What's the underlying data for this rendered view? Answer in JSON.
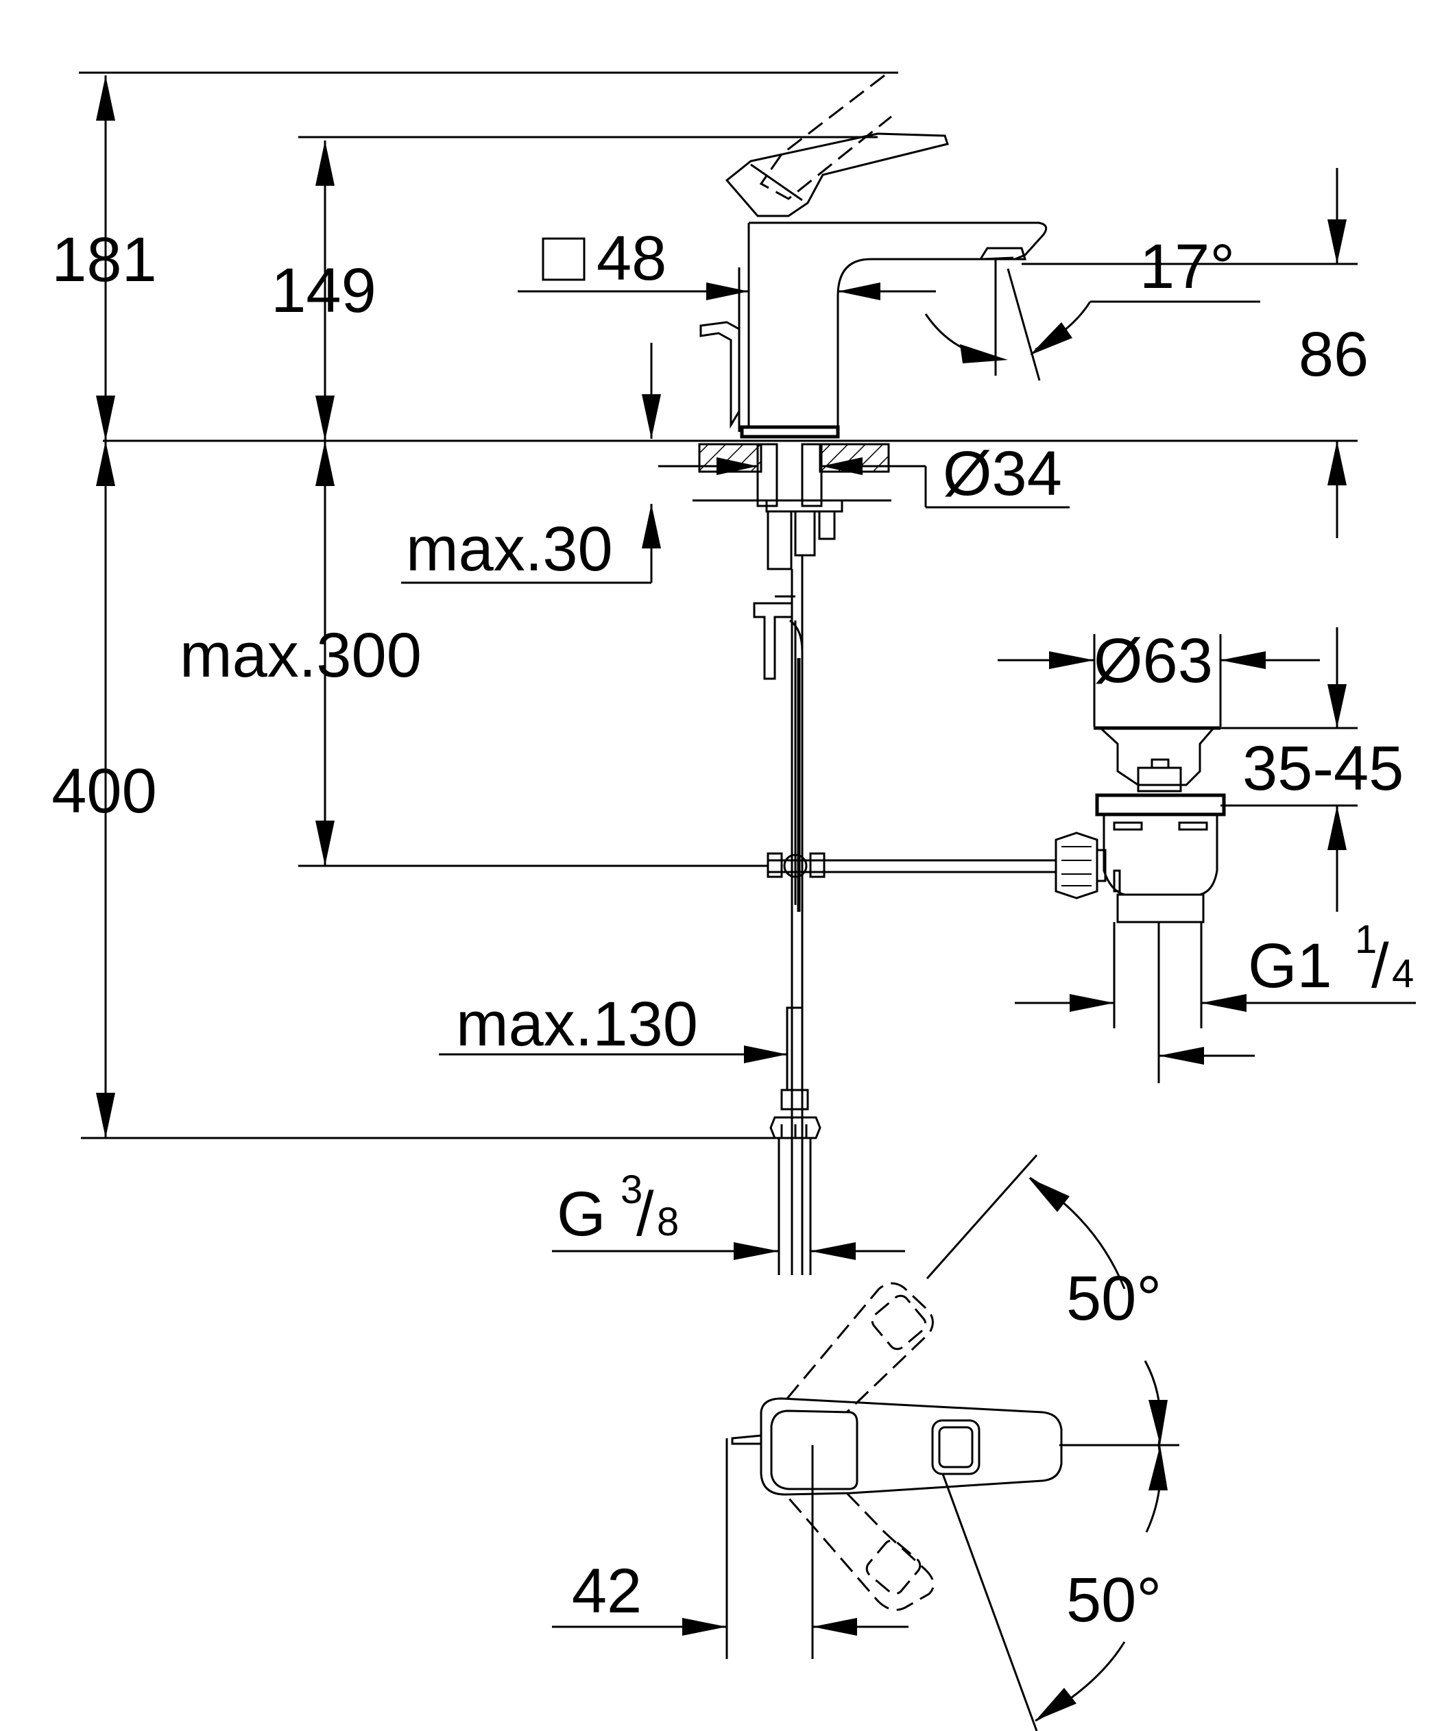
{
  "dimensions": {
    "total_height": "181",
    "spout_height": "149",
    "body_width_symbol": "□",
    "body_width": "48",
    "spout_angle": "17°",
    "spout_outlet_height": "86",
    "hole_diameter": "Ø34",
    "deck_thickness": "max.30",
    "pop_up_reach": "max.300",
    "below_deck_length": "400",
    "waste_diameter": "Ø63",
    "waste_stroke": "35-45",
    "waste_thread": {
      "main": "G1",
      "num": "1",
      "slash": "/",
      "den": "4"
    },
    "hose_length": "max.130",
    "supply_thread": {
      "main": "G",
      "num": "3",
      "slash": "/",
      "den": "8"
    },
    "handle_angle_back": "50°",
    "handle_angle_front": "50°",
    "handle_offset": "42"
  }
}
